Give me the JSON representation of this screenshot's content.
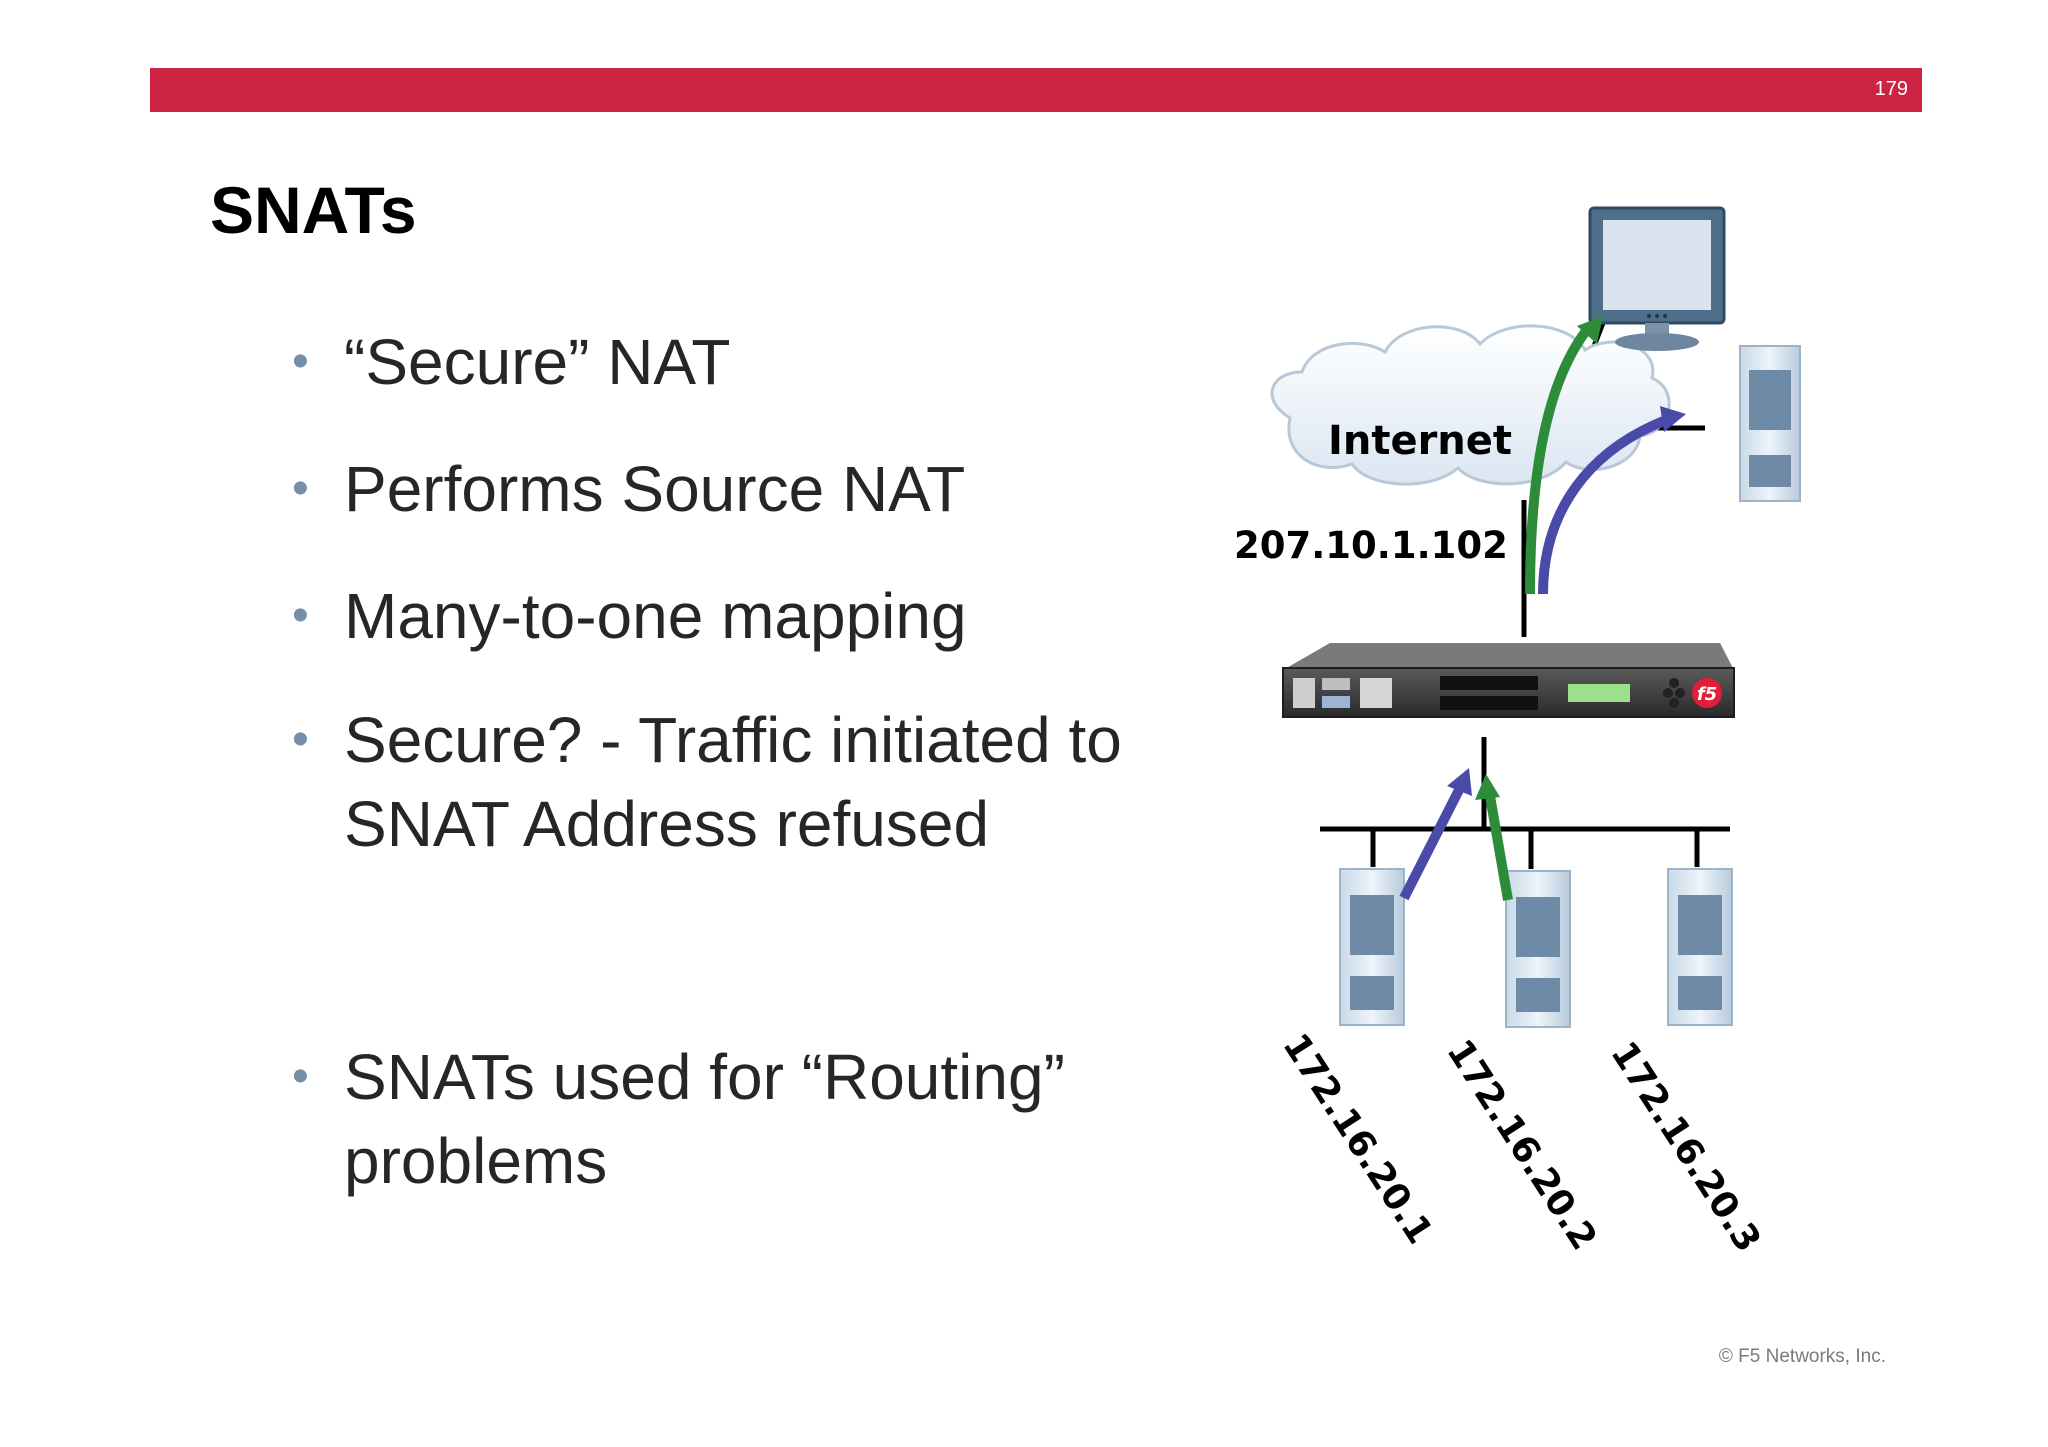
{
  "header": {
    "page_number": "179"
  },
  "title": "SNATs",
  "bullets": [
    {
      "text": "“Secure” NAT"
    },
    {
      "text": "Performs Source NAT"
    },
    {
      "text": "Many-to-one mapping"
    },
    {
      "text": "Secure? - Traffic initiated to SNAT Address refused"
    },
    {
      "text": "SNATs used for “Routing” problems"
    }
  ],
  "diagram": {
    "internet_label": "Internet",
    "public_ip": "207.10.1.102",
    "server_ips": [
      "172.16.20.1",
      "172.16.20.2",
      "172.16.20.3"
    ],
    "device_logo": "f5",
    "colors": {
      "green_arrow": "#2c8c3a",
      "blue_arrow": "#4a4aa8",
      "brand_bar": "#cc2442"
    }
  },
  "footer": {
    "copyright": "© F5 Networks, Inc."
  }
}
